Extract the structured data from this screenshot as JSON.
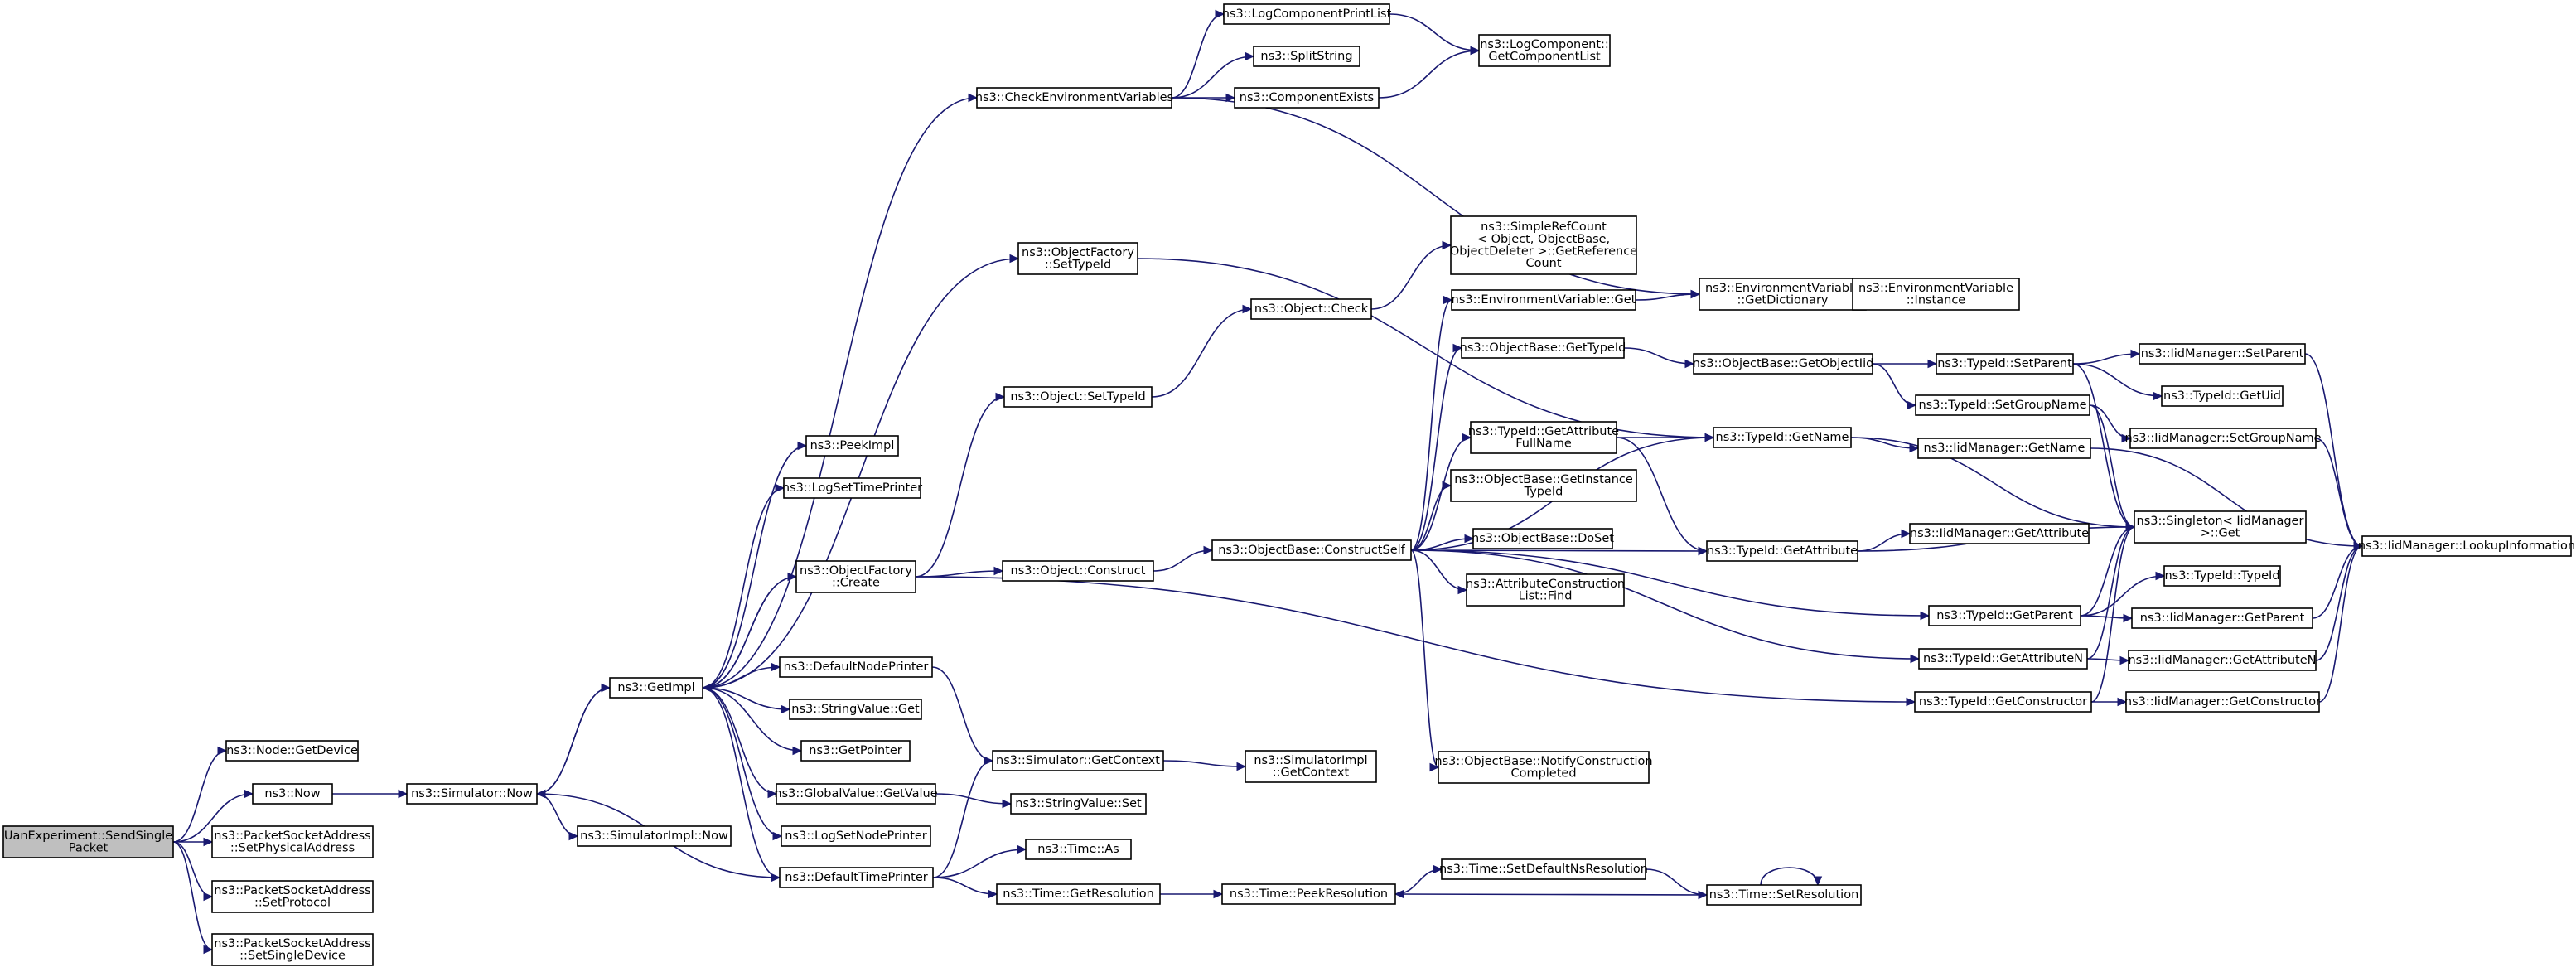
{
  "graph": {
    "nodes": [
      {
        "id": "root",
        "lines": [
          "UanExperiment::SendSingle",
          "Packet"
        ],
        "root": true
      },
      {
        "id": "node_getdevice",
        "lines": [
          "ns3::Node::GetDevice"
        ]
      },
      {
        "id": "now",
        "lines": [
          "ns3::Now"
        ]
      },
      {
        "id": "psa_setphys",
        "lines": [
          "ns3::PacketSocketAddress",
          "::SetPhysicalAddress"
        ]
      },
      {
        "id": "psa_setproto",
        "lines": [
          "ns3::PacketSocketAddress",
          "::SetProtocol"
        ]
      },
      {
        "id": "psa_setsingle",
        "lines": [
          "ns3::PacketSocketAddress",
          "::SetSingleDevice"
        ]
      },
      {
        "id": "sim_now",
        "lines": [
          "ns3::Simulator::Now"
        ]
      },
      {
        "id": "simimpl_now",
        "lines": [
          "ns3::SimulatorImpl::Now"
        ]
      },
      {
        "id": "getimpl",
        "lines": [
          "ns3::GetImpl"
        ]
      },
      {
        "id": "peekimpl",
        "lines": [
          "ns3::PeekImpl"
        ]
      },
      {
        "id": "logsettime",
        "lines": [
          "ns3::LogSetTimePrinter"
        ]
      },
      {
        "id": "of_create",
        "lines": [
          "ns3::ObjectFactory",
          "::Create"
        ]
      },
      {
        "id": "defnodeprinter",
        "lines": [
          "ns3::DefaultNodePrinter"
        ]
      },
      {
        "id": "stringvalue_get",
        "lines": [
          "ns3::StringValue::Get"
        ]
      },
      {
        "id": "getpointer",
        "lines": [
          "ns3::GetPointer"
        ]
      },
      {
        "id": "globalvalue_get",
        "lines": [
          "ns3::GlobalValue::GetValue"
        ]
      },
      {
        "id": "logsetnode",
        "lines": [
          "ns3::LogSetNodePrinter"
        ]
      },
      {
        "id": "deftimeprinter",
        "lines": [
          "ns3::DefaultTimePrinter"
        ]
      },
      {
        "id": "checkenv",
        "lines": [
          "ns3::CheckEnvironmentVariables"
        ]
      },
      {
        "id": "of_settypeid",
        "lines": [
          "ns3::ObjectFactory",
          "::SetTypeId"
        ]
      },
      {
        "id": "obj_settypeid",
        "lines": [
          "ns3::Object::SetTypeId"
        ]
      },
      {
        "id": "obj_construct",
        "lines": [
          "ns3::Object::Construct"
        ]
      },
      {
        "id": "sim_getcontext",
        "lines": [
          "ns3::Simulator::GetContext"
        ]
      },
      {
        "id": "stringvalue_set",
        "lines": [
          "ns3::StringValue::Set"
        ]
      },
      {
        "id": "time_as",
        "lines": [
          "ns3::Time::As"
        ]
      },
      {
        "id": "time_getres",
        "lines": [
          "ns3::Time::GetResolution"
        ]
      },
      {
        "id": "logcompprint",
        "lines": [
          "ns3::LogComponentPrintList"
        ]
      },
      {
        "id": "splitstring",
        "lines": [
          "ns3::SplitString"
        ]
      },
      {
        "id": "compexists",
        "lines": [
          "ns3::ComponentExists"
        ]
      },
      {
        "id": "logcomp_getlist",
        "lines": [
          "ns3::LogComponent::",
          "GetComponentList"
        ]
      },
      {
        "id": "obj_check",
        "lines": [
          "ns3::Object::Check"
        ]
      },
      {
        "id": "objbase_constructself",
        "lines": [
          "ns3::ObjectBase::ConstructSelf"
        ]
      },
      {
        "id": "simimpl_getcontext",
        "lines": [
          "ns3::SimulatorImpl",
          "::GetContext"
        ]
      },
      {
        "id": "time_peekres",
        "lines": [
          "ns3::Time::PeekResolution"
        ]
      },
      {
        "id": "simplerefcount",
        "lines": [
          "ns3::SimpleRefCount",
          "< Object, ObjectBase,",
          "ObjectDeleter >::GetReference",
          "Count"
        ]
      },
      {
        "id": "envvar_get",
        "lines": [
          "ns3::EnvironmentVariable::Get"
        ]
      },
      {
        "id": "objbase_gettypeid",
        "lines": [
          "ns3::ObjectBase::GetTypeId"
        ]
      },
      {
        "id": "typeid_getattrfull",
        "lines": [
          "ns3::TypeId::GetAttribute",
          "FullName"
        ]
      },
      {
        "id": "objbase_getinstance",
        "lines": [
          "ns3::ObjectBase::GetInstance",
          "TypeId"
        ]
      },
      {
        "id": "objbase_doset",
        "lines": [
          "ns3::ObjectBase::DoSet"
        ]
      },
      {
        "id": "attrconstr_find",
        "lines": [
          "ns3::AttributeConstruction",
          "List::Find"
        ]
      },
      {
        "id": "objbase_notify",
        "lines": [
          "ns3::ObjectBase::NotifyConstruction",
          "Completed"
        ]
      },
      {
        "id": "time_setdefns",
        "lines": [
          "ns3::Time::SetDefaultNsResolution"
        ]
      },
      {
        "id": "time_setres",
        "lines": [
          "ns3::Time::SetResolution"
        ]
      },
      {
        "id": "envvar_getdict",
        "lines": [
          "ns3::EnvironmentVariable",
          "::GetDictionary"
        ]
      },
      {
        "id": "objbase_getobjiid",
        "lines": [
          "ns3::ObjectBase::GetObjectIid"
        ]
      },
      {
        "id": "typeid_getname",
        "lines": [
          "ns3::TypeId::GetName"
        ]
      },
      {
        "id": "typeid_getattribute",
        "lines": [
          "ns3::TypeId::GetAttribute"
        ]
      },
      {
        "id": "envvar_instance",
        "lines": [
          "ns3::EnvironmentVariable",
          "::Instance"
        ]
      },
      {
        "id": "typeid_setparent",
        "lines": [
          "ns3::TypeId::SetParent"
        ]
      },
      {
        "id": "typeid_setgroup",
        "lines": [
          "ns3::TypeId::SetGroupName"
        ]
      },
      {
        "id": "iid_getname",
        "lines": [
          "ns3::IidManager::GetName"
        ]
      },
      {
        "id": "iid_getattribute",
        "lines": [
          "ns3::IidManager::GetAttribute"
        ]
      },
      {
        "id": "singleton_get",
        "lines": [
          "ns3::Singleton< IidManager",
          ">::Get"
        ]
      },
      {
        "id": "typeid_getparent",
        "lines": [
          "ns3::TypeId::GetParent"
        ]
      },
      {
        "id": "typeid_getattrN",
        "lines": [
          "ns3::TypeId::GetAttributeN"
        ]
      },
      {
        "id": "typeid_getconstructor",
        "lines": [
          "ns3::TypeId::GetConstructor"
        ]
      },
      {
        "id": "iid_setparent",
        "lines": [
          "ns3::IidManager::SetParent"
        ]
      },
      {
        "id": "typeid_getuid",
        "lines": [
          "ns3::TypeId::GetUid"
        ]
      },
      {
        "id": "iid_setgroup",
        "lines": [
          "ns3::IidManager::SetGroupName"
        ]
      },
      {
        "id": "typeid_typeid",
        "lines": [
          "ns3::TypeId::TypeId"
        ]
      },
      {
        "id": "iid_getparent",
        "lines": [
          "ns3::IidManager::GetParent"
        ]
      },
      {
        "id": "iid_getattrN",
        "lines": [
          "ns3::IidManager::GetAttributeN"
        ]
      },
      {
        "id": "iid_getconstructor",
        "lines": [
          "ns3::IidManager::GetConstructor"
        ]
      },
      {
        "id": "iid_lookup",
        "lines": [
          "ns3::IidManager::LookupInformation"
        ]
      }
    ],
    "edges": [
      [
        "root",
        "node_getdevice"
      ],
      [
        "root",
        "now"
      ],
      [
        "root",
        "psa_setphys"
      ],
      [
        "root",
        "psa_setproto"
      ],
      [
        "root",
        "psa_setsingle"
      ],
      [
        "now",
        "sim_now"
      ],
      [
        "sim_now",
        "getimpl"
      ],
      [
        "sim_now",
        "simimpl_now"
      ],
      [
        "getimpl",
        "peekimpl"
      ],
      [
        "getimpl",
        "logsettime"
      ],
      [
        "getimpl",
        "of_create"
      ],
      [
        "getimpl",
        "defnodeprinter"
      ],
      [
        "getimpl",
        "stringvalue_get"
      ],
      [
        "getimpl",
        "getpointer"
      ],
      [
        "getimpl",
        "globalvalue_get"
      ],
      [
        "getimpl",
        "logsetnode"
      ],
      [
        "getimpl",
        "deftimeprinter"
      ],
      [
        "getimpl",
        "checkenv"
      ],
      [
        "getimpl",
        "of_settypeid"
      ],
      [
        "getimpl",
        "sim_now"
      ],
      [
        "of_create",
        "obj_settypeid"
      ],
      [
        "of_create",
        "obj_construct"
      ],
      [
        "of_create",
        "typeid_getconstructor"
      ],
      [
        "of_create",
        "getimpl"
      ],
      [
        "defnodeprinter",
        "sim_getcontext"
      ],
      [
        "deftimeprinter",
        "sim_now"
      ],
      [
        "deftimeprinter",
        "sim_getcontext"
      ],
      [
        "deftimeprinter",
        "time_as"
      ],
      [
        "deftimeprinter",
        "time_getres"
      ],
      [
        "globalvalue_get",
        "stringvalue_set"
      ],
      [
        "sim_getcontext",
        "simimpl_getcontext"
      ],
      [
        "time_getres",
        "time_peekres"
      ],
      [
        "checkenv",
        "logcompprint"
      ],
      [
        "checkenv",
        "splitstring"
      ],
      [
        "checkenv",
        "compexists"
      ],
      [
        "checkenv",
        "envvar_getdict"
      ],
      [
        "logcompprint",
        "logcomp_getlist"
      ],
      [
        "compexists",
        "logcomp_getlist"
      ],
      [
        "of_settypeid",
        "typeid_getname"
      ],
      [
        "obj_settypeid",
        "obj_check"
      ],
      [
        "obj_check",
        "simplerefcount"
      ],
      [
        "obj_construct",
        "objbase_constructself"
      ],
      [
        "objbase_constructself",
        "envvar_get"
      ],
      [
        "objbase_constructself",
        "objbase_gettypeid"
      ],
      [
        "objbase_constructself",
        "typeid_getname"
      ],
      [
        "objbase_constructself",
        "typeid_getattrfull"
      ],
      [
        "objbase_constructself",
        "objbase_getinstance"
      ],
      [
        "objbase_constructself",
        "objbase_doset"
      ],
      [
        "objbase_constructself",
        "attrconstr_find"
      ],
      [
        "objbase_constructself",
        "typeid_getattribute"
      ],
      [
        "objbase_constructself",
        "typeid_getparent"
      ],
      [
        "objbase_constructself",
        "typeid_getattrN"
      ],
      [
        "objbase_constructself",
        "objbase_notify"
      ],
      [
        "envvar_get",
        "envvar_getdict"
      ],
      [
        "envvar_getdict",
        "envvar_instance"
      ],
      [
        "objbase_gettypeid",
        "objbase_getobjiid"
      ],
      [
        "objbase_getobjiid",
        "typeid_setparent"
      ],
      [
        "objbase_getobjiid",
        "typeid_setgroup"
      ],
      [
        "typeid_getattrfull",
        "typeid_getname"
      ],
      [
        "typeid_getattrfull",
        "typeid_getattribute"
      ],
      [
        "typeid_getname",
        "iid_getname"
      ],
      [
        "typeid_getname",
        "singleton_get"
      ],
      [
        "typeid_getattribute",
        "iid_getattribute"
      ],
      [
        "typeid_getattribute",
        "singleton_get"
      ],
      [
        "typeid_setparent",
        "iid_setparent"
      ],
      [
        "typeid_setparent",
        "typeid_getuid"
      ],
      [
        "typeid_setparent",
        "singleton_get"
      ],
      [
        "typeid_setgroup",
        "iid_setgroup"
      ],
      [
        "typeid_setgroup",
        "singleton_get"
      ],
      [
        "typeid_getparent",
        "typeid_typeid"
      ],
      [
        "typeid_getparent",
        "iid_getparent"
      ],
      [
        "typeid_getparent",
        "singleton_get"
      ],
      [
        "typeid_getattrN",
        "iid_getattrN"
      ],
      [
        "typeid_getattrN",
        "singleton_get"
      ],
      [
        "typeid_getconstructor",
        "iid_getconstructor"
      ],
      [
        "typeid_getconstructor",
        "singleton_get"
      ],
      [
        "iid_getname",
        "iid_lookup"
      ],
      [
        "iid_setparent",
        "iid_lookup"
      ],
      [
        "iid_setgroup",
        "iid_lookup"
      ],
      [
        "iid_getparent",
        "iid_lookup"
      ],
      [
        "iid_getattrN",
        "iid_lookup"
      ],
      [
        "iid_getconstructor",
        "iid_lookup"
      ],
      [
        "time_peekres",
        "time_setdefns"
      ],
      [
        "time_setdefns",
        "time_setres"
      ],
      [
        "time_setres",
        "time_peekres"
      ],
      [
        "time_setres",
        "time_setres"
      ]
    ]
  }
}
